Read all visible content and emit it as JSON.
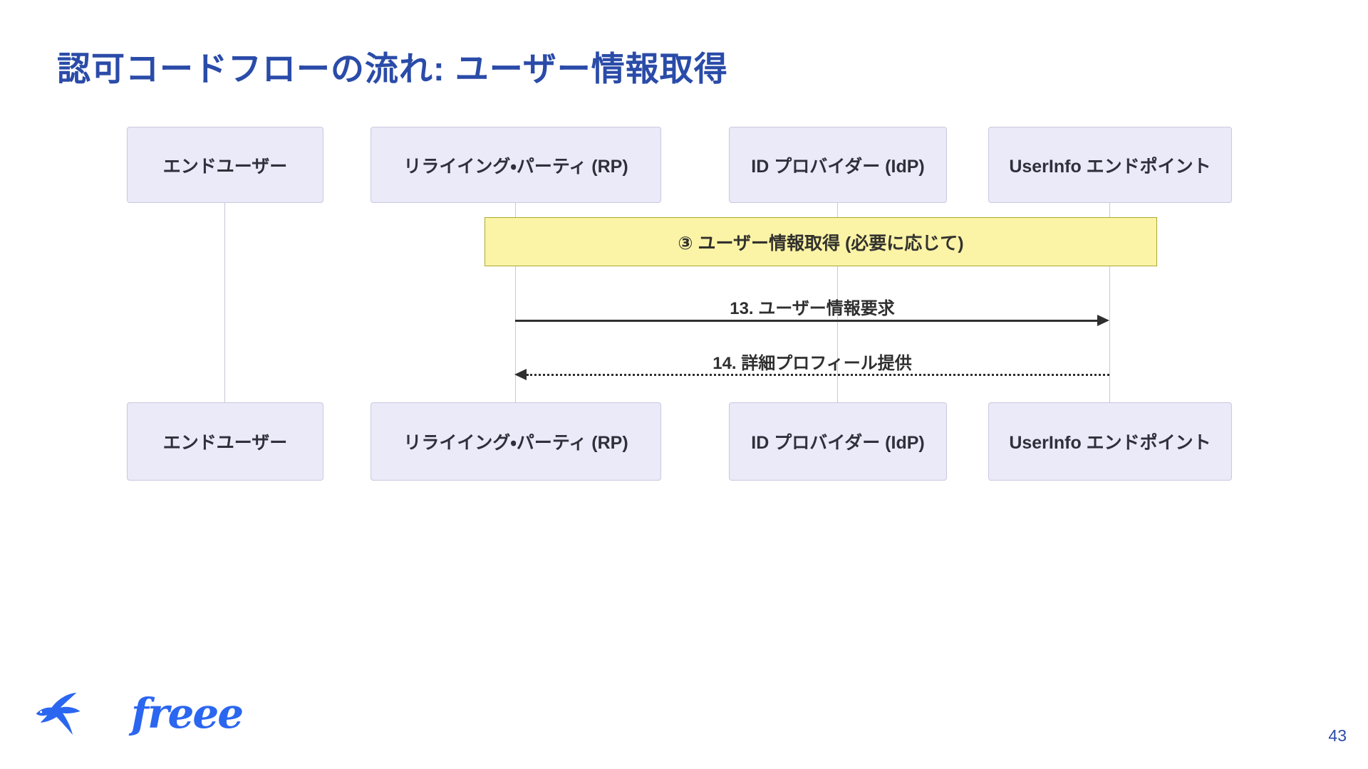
{
  "slide": {
    "title": "認可コードフローの流れ: ユーザー情報取得",
    "page_number": "43",
    "logo_text": "freee",
    "colors": {
      "title_blue": "#2A4BA8",
      "actor_fill": "#EAEAF8",
      "actor_border": "#C9C9DF",
      "note_fill": "#FBF3A6",
      "note_border": "#AAAA33",
      "lifeline": "#C9C9DA",
      "arrow": "#2F2F2F",
      "logo_blue": "#2B66F0"
    }
  },
  "diagram": {
    "type": "sequence",
    "actors": [
      {
        "label": "エンドユーザー"
      },
      {
        "label": "リライイング・パーティ (RP)"
      },
      {
        "label": "ID プロバイダー (IdP)"
      },
      {
        "label": "UserInfo エンドポイント"
      }
    ],
    "note": {
      "label": "③ ユーザー情報取得 (必要に応じて)"
    },
    "messages": [
      {
        "label": "13. ユーザー情報要求",
        "from": "リライイング・パーティ (RP)",
        "to": "UserInfo エンドポイント",
        "style": "solid"
      },
      {
        "label": "14. 詳細プロフィール提供",
        "from": "UserInfo エンドポイント",
        "to": "リライイング・パーティ (RP)",
        "style": "dashed"
      }
    ]
  }
}
